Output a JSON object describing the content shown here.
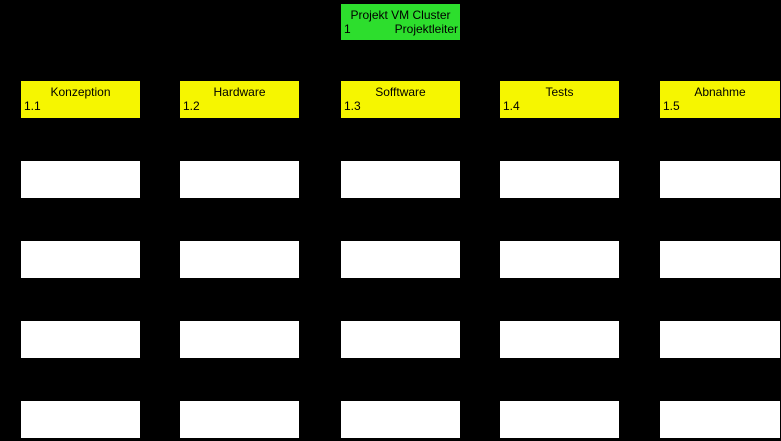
{
  "diagram": {
    "type": "work-breakdown-structure",
    "background": "#000000"
  },
  "colors": {
    "root_fill": "#2DDE2D",
    "phase_fill": "#F6F600",
    "task_fill": "#FFFFFF",
    "text": "#000000"
  },
  "root": {
    "title": "Projekt VM Cluster",
    "number": "1",
    "role": "Projektleiter"
  },
  "phases": [
    {
      "title": "Konzeption",
      "number": "1.1"
    },
    {
      "title": "Hardware",
      "number": "1.2"
    },
    {
      "title": "Sofftware",
      "number": "1.3"
    },
    {
      "title": "Tests",
      "number": "1.4"
    },
    {
      "title": "Abnahme",
      "number": "1.5"
    }
  ],
  "task_grid": {
    "rows": 4,
    "columns": 5,
    "cell_text": ""
  }
}
